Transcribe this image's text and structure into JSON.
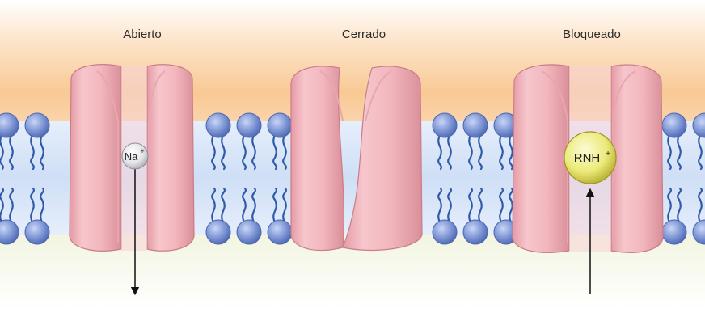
{
  "labels": {
    "open": "Abierto",
    "closed": "Cerrado",
    "blocked": "Bloqueado"
  },
  "ions": {
    "sodium": {
      "base": "Na",
      "charge": "+"
    },
    "drug": {
      "base": "RNH",
      "charge": "+"
    }
  },
  "colors": {
    "channel": "#f1b8bf",
    "channel_dark": "#d98f99",
    "lipid_head": "#7f97d6",
    "lipid_tail": "#2f5aa8",
    "membrane_band": "#d9e6f8",
    "extracellular_glow": "#f8c48a",
    "intracellular_glow": "#eef4d6",
    "drug_ion": "#ecea7a",
    "sodium_ion": "#e7e7ea"
  }
}
